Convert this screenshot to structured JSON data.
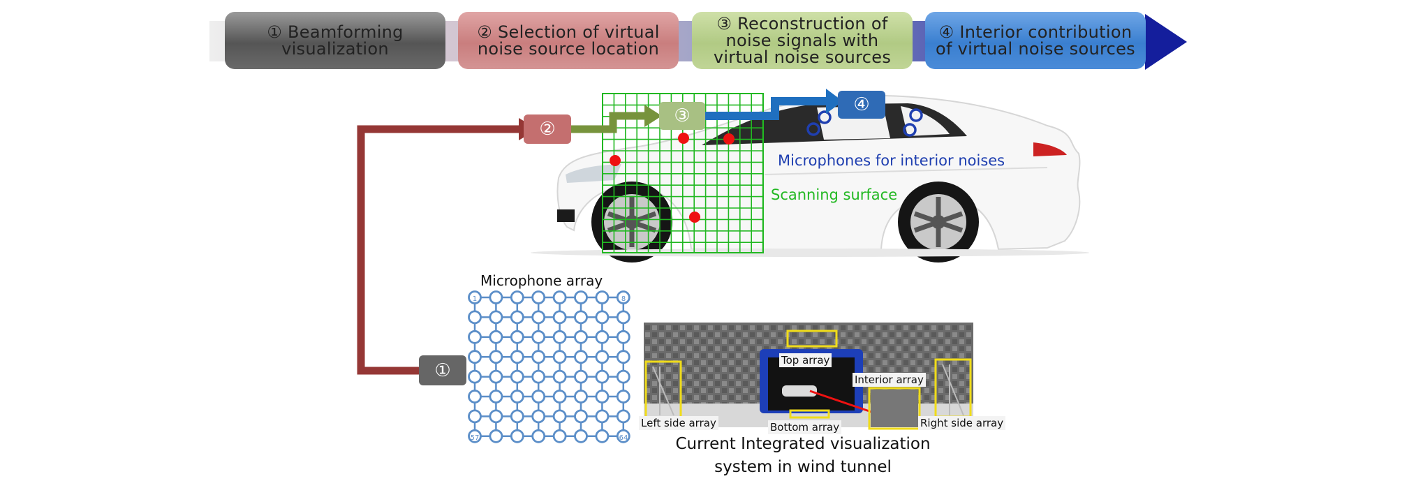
{
  "process_bar": {
    "steps": [
      {
        "number": "①",
        "line1": "Beamforming",
        "line2": "visualization",
        "line3": ""
      },
      {
        "number": "②",
        "line1": "Selection of virtual",
        "line2": "noise source location",
        "line3": ""
      },
      {
        "number": "③",
        "line1": "Reconstruction of",
        "line2": "noise signals with",
        "line3": "virtual noise sources"
      },
      {
        "number": "④",
        "line1": "Interior contribution",
        "line2": "of virtual noise sources",
        "line3": ""
      }
    ]
  },
  "badges": {
    "b1": "①",
    "b2": "②",
    "b3": "③",
    "b4": "④"
  },
  "labels": {
    "microphones_interior": "Microphones for interior noises",
    "scanning_surface": "Scanning surface",
    "microphone_array": "Microphone array",
    "caption_line1": "Current Integrated visualization",
    "caption_line2": "system in wind tunnel"
  },
  "mic_array": {
    "corner_top_left": "1",
    "corner_top_right": "8",
    "corner_bottom_left": "57",
    "corner_bottom_right": "64"
  },
  "photo_labels": {
    "top": "Top array",
    "interior": "Interior array",
    "left": "Left side array",
    "bottom": "Bottom array",
    "right": "Right side array"
  },
  "colors": {
    "step1": "#5a5a5a",
    "step2": "#c98080",
    "step3": "#b4cc8a",
    "step4": "#3a7fd0",
    "arrow_red": "#953735",
    "arrow_green": "#77933c",
    "arrow_blue": "#1f6fbf",
    "grid_green": "#22b822",
    "mic_blue": "#5b8ec8",
    "interior_mic_blue": "#1f3fb0"
  }
}
